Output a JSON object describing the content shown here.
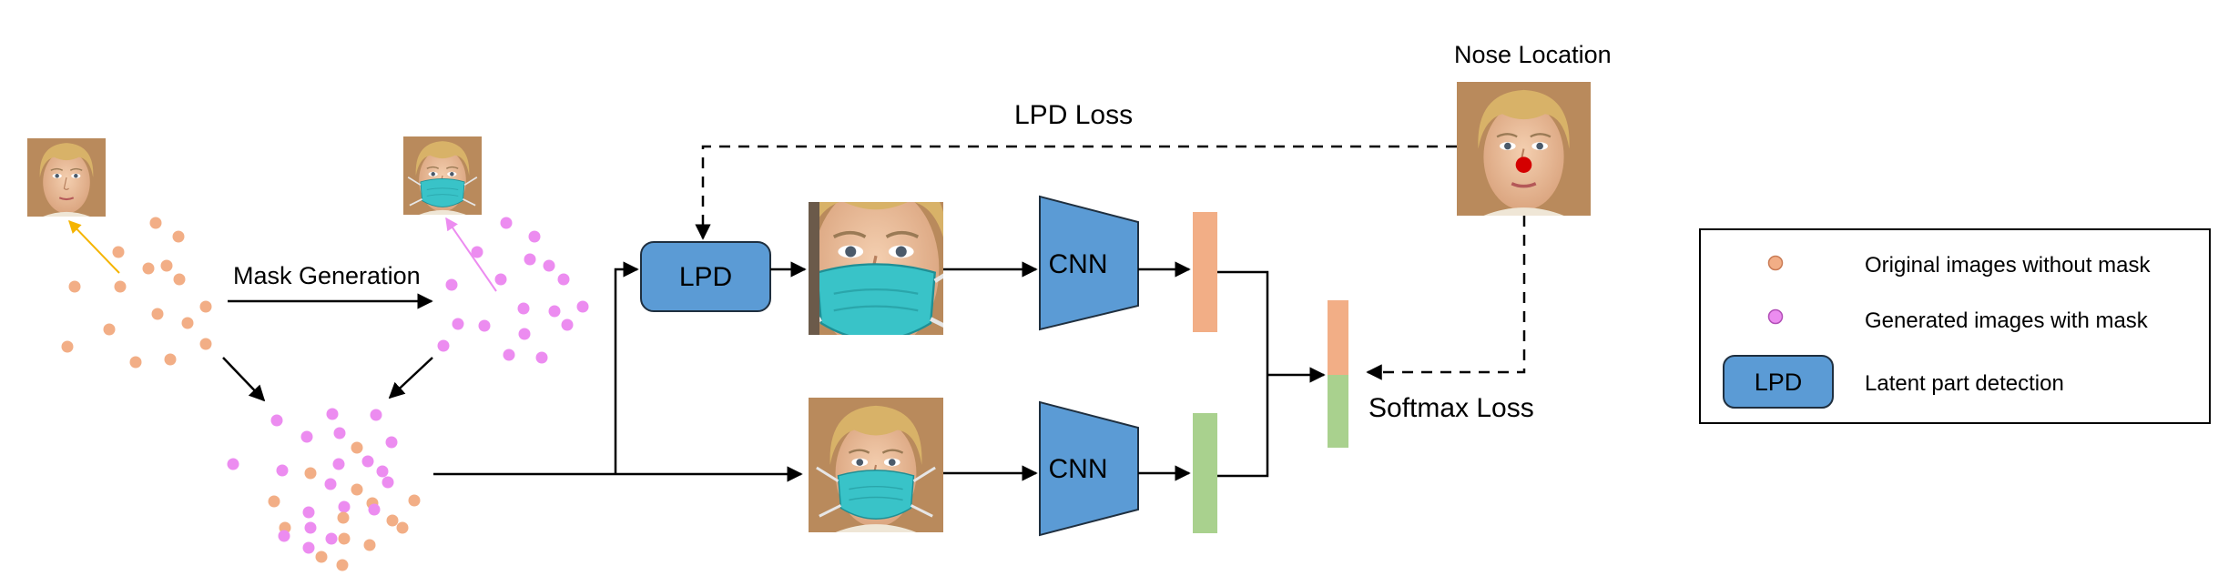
{
  "labels": {
    "mask_generation": "Mask Generation",
    "lpd_loss": "LPD Loss",
    "nose_location": "Nose Location",
    "softmax_loss": "Softmax Loss",
    "lpd_box": "LPD",
    "cnn_top": "CNN",
    "cnn_bottom": "CNN"
  },
  "legend": {
    "items": [
      {
        "label": "Original images without mask",
        "color": "#f2ae86"
      },
      {
        "label": "Generated images with mask",
        "color": "#ec8cf0"
      },
      {
        "label": "Latent part detection",
        "box_text": "LPD",
        "color": "#5b9bd5"
      }
    ]
  },
  "colors": {
    "orange_feature": "#f2ae86",
    "green_feature": "#a9d18e",
    "block_blue": "#5b9bd5",
    "mask_cyan": "#39c3c8",
    "nose_dot": "#d40000",
    "orange_arrow": "#f5b400",
    "pink_arrow": "#ec8cf0"
  },
  "icons": {
    "face_original": "face-photo-icon",
    "face_masked": "masked-face-photo-icon",
    "face_nose": "face-with-nose-marker-icon",
    "face_crop": "cropped-eye-region-icon"
  }
}
